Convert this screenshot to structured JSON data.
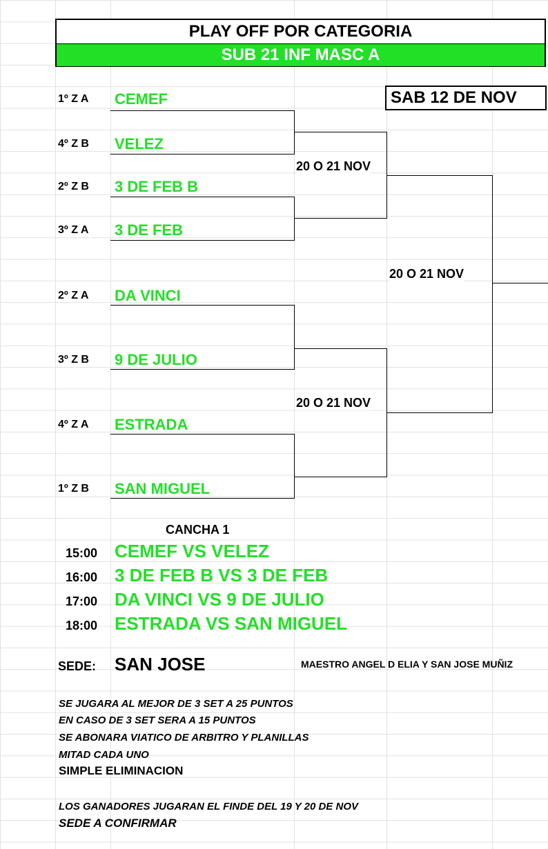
{
  "header": {
    "title": "PLAY OFF POR CATEGORIA",
    "category": "SUB 21 INF MASC A"
  },
  "date_box": "SAB 12 DE NOV",
  "bracket": {
    "round1": [
      {
        "seed": "1º Z A",
        "team": "CEMEF"
      },
      {
        "seed": "4º Z B",
        "team": "VELEZ"
      },
      {
        "seed": "2º Z B",
        "team": "3 DE FEB B"
      },
      {
        "seed": "3º Z A",
        "team": "3 DE FEB"
      },
      {
        "seed": "2º Z A",
        "team": "DA VINCI"
      },
      {
        "seed": "3º Z B",
        "team": "9 DE JULIO"
      },
      {
        "seed": "4º Z A",
        "team": "ESTRADA"
      },
      {
        "seed": "1º Z B",
        "team": "SAN MIGUEL"
      }
    ],
    "semi_top_date": "20 O 21 NOV",
    "semi_bottom_date": "20 O 21 NOV",
    "final_date": "20 O 21 NOV"
  },
  "schedule": {
    "court": "CANCHA 1",
    "matches": [
      {
        "time": "15:00",
        "match": "CEMEF VS VELEZ"
      },
      {
        "time": "16:00",
        "match": "3 DE FEB B VS 3 DE FEB"
      },
      {
        "time": "17:00",
        "match": "DA VINCI VS 9 DE JULIO"
      },
      {
        "time": "18:00",
        "match": "ESTRADA VS SAN MIGUEL"
      }
    ]
  },
  "venue": {
    "label": "SEDE:",
    "name": "SAN JOSE",
    "address": "MAESTRO ANGEL D ELIA Y SAN JOSE MUÑIZ"
  },
  "notes": [
    "SE  JUGARA AL MEJOR DE 3 SET A 25 PUNTOS",
    "EN CASO DE 3 SET SERA A 15 PUNTOS",
    "SE ABONARA VIATICO DE ARBITRO Y PLANILLAS",
    "MITAD CADA UNO",
    "SIMPLE ELIMINACION",
    "LOS GANADORES JUGARAN EL FINDE DEL 19 Y 20 DE NOV",
    "SEDE A CONFIRMAR"
  ]
}
